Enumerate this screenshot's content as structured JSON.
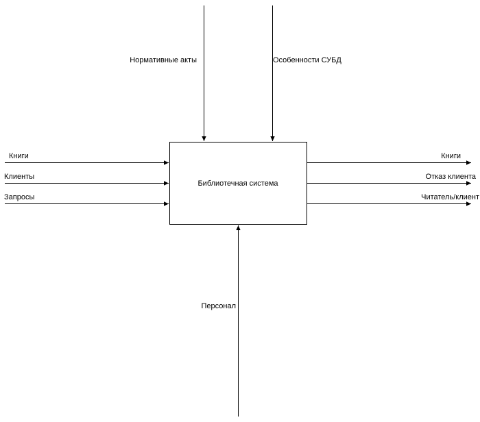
{
  "diagram": {
    "process": {
      "label": "Библиотечная система"
    },
    "controls": [
      {
        "label": "Нормативные акты"
      },
      {
        "label": "Особенности СУБД"
      }
    ],
    "inputs": [
      {
        "label": "Книги"
      },
      {
        "label": "Клиенты"
      },
      {
        "label": "Запросы"
      }
    ],
    "outputs": [
      {
        "label": "Книги"
      },
      {
        "label": "Отказ клиента"
      },
      {
        "label": "Читатель/клиент"
      }
    ],
    "mechanisms": [
      {
        "label": "Персонал"
      }
    ]
  },
  "colors": {
    "line": "#000000",
    "box_fill": "#ffffff",
    "text": "#000000"
  }
}
